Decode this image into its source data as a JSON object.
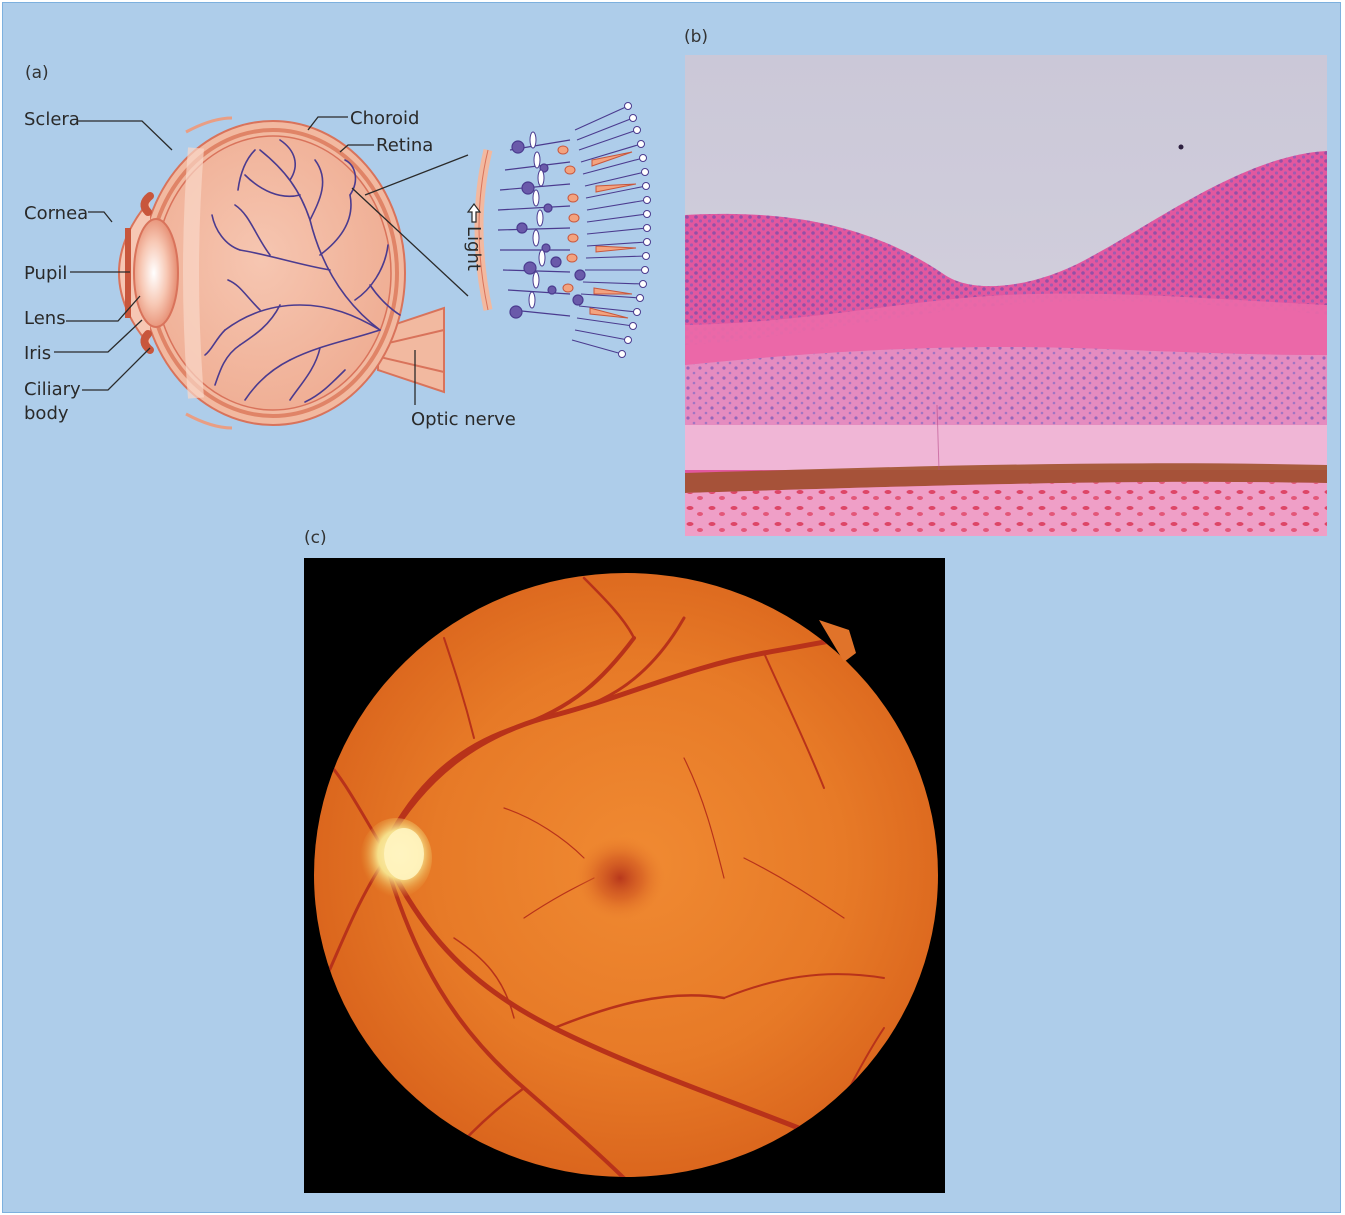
{
  "panels": {
    "a": {
      "label": "(a)"
    },
    "b": {
      "label": "(b)"
    },
    "c": {
      "label": "(c)"
    }
  },
  "eye_labels": {
    "sclera": "Sclera",
    "choroid": "Choroid",
    "retina": "Retina",
    "cornea": "Cornea",
    "pupil": "Pupil",
    "lens": "Lens",
    "iris": "Iris",
    "ciliary_1": "Ciliary",
    "ciliary_2": "body",
    "optic_nerve": "Optic nerve",
    "light": "Light"
  },
  "colors": {
    "background": "#aecdea",
    "eye_skin": "#f2b9a0",
    "eye_dark": "#d9735b",
    "vessel": "#4b3b8f",
    "histology_pink": "#e2589f",
    "fundus_orange": "#e97a2b"
  }
}
